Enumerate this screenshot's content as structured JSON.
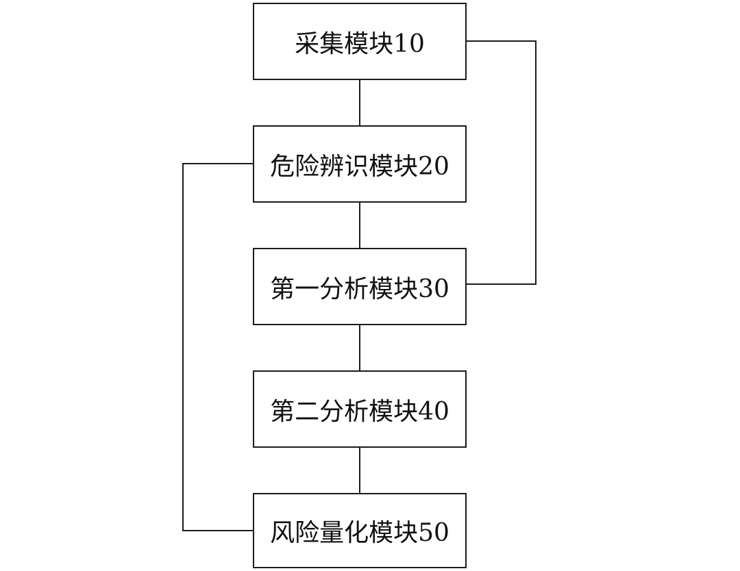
{
  "diagram": {
    "modules": [
      {
        "id": "m10",
        "label": "采集模块10"
      },
      {
        "id": "m20",
        "label": "危险辨识模块20"
      },
      {
        "id": "m30",
        "label": "第一分析模块30"
      },
      {
        "id": "m40",
        "label": "第二分析模块40"
      },
      {
        "id": "m50",
        "label": "风险量化模块50"
      }
    ],
    "connections": [
      {
        "from": "m10",
        "to": "m20"
      },
      {
        "from": "m20",
        "to": "m30"
      },
      {
        "from": "m30",
        "to": "m40"
      },
      {
        "from": "m40",
        "to": "m50"
      },
      {
        "from": "m10",
        "to": "m30"
      },
      {
        "from": "m20",
        "to": "m50"
      }
    ],
    "line_color": "#1a1a1a",
    "box_border_color": "#1a1a1a"
  }
}
